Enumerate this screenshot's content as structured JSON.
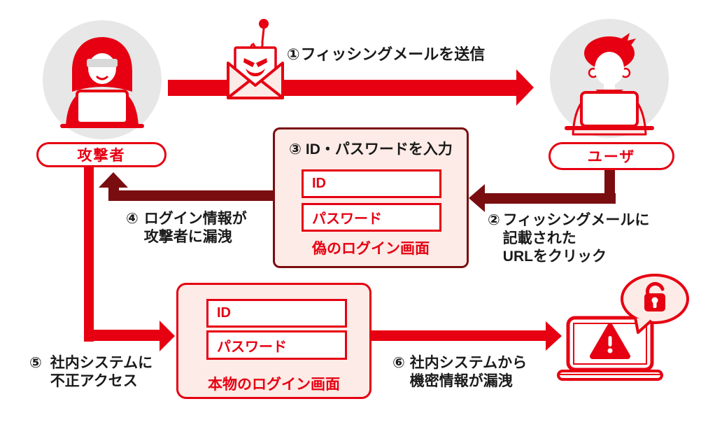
{
  "palette": {
    "red": "#e60012",
    "darkred": "#7a0d10",
    "pink": "#fcebe6",
    "gray": "#e7e7e7",
    "ink": "#1a1a1a"
  },
  "actors": {
    "attacker": {
      "label": "攻撃者",
      "icon": "hooded-attacker-at-laptop-icon"
    },
    "user": {
      "label": "ユーザ",
      "icon": "office-user-at-laptop-icon"
    }
  },
  "steps": {
    "step1": {
      "marker": "①",
      "lines": [
        "フィッシングメールを送信"
      ]
    },
    "step2": {
      "marker": "②",
      "lines": [
        "フィッシングメールに",
        "記載された",
        "URLをクリック"
      ]
    },
    "step3": {
      "marker": "③",
      "lines": [
        "ID・パスワードを入力"
      ]
    },
    "step4": {
      "marker": "④",
      "lines": [
        "ログイン情報が",
        "攻撃者に漏洩"
      ]
    },
    "step5": {
      "marker": "⑤",
      "lines": [
        "社内システムに",
        "不正アクセス"
      ]
    },
    "step6": {
      "marker": "⑥",
      "lines": [
        "社内システムから",
        "機密情報が漏洩"
      ]
    }
  },
  "fake_login": {
    "field_id": "ID",
    "field_password": "パスワード",
    "caption": "偽のログイン画面"
  },
  "real_login": {
    "field_id": "ID",
    "field_password": "パスワード",
    "caption": "本物のログイン画面"
  },
  "icons": {
    "mail": "phishing-mail-with-hook-icon",
    "laptop": "compromised-laptop-warning-icon",
    "padlock": "unlocked-padlock-icon"
  }
}
